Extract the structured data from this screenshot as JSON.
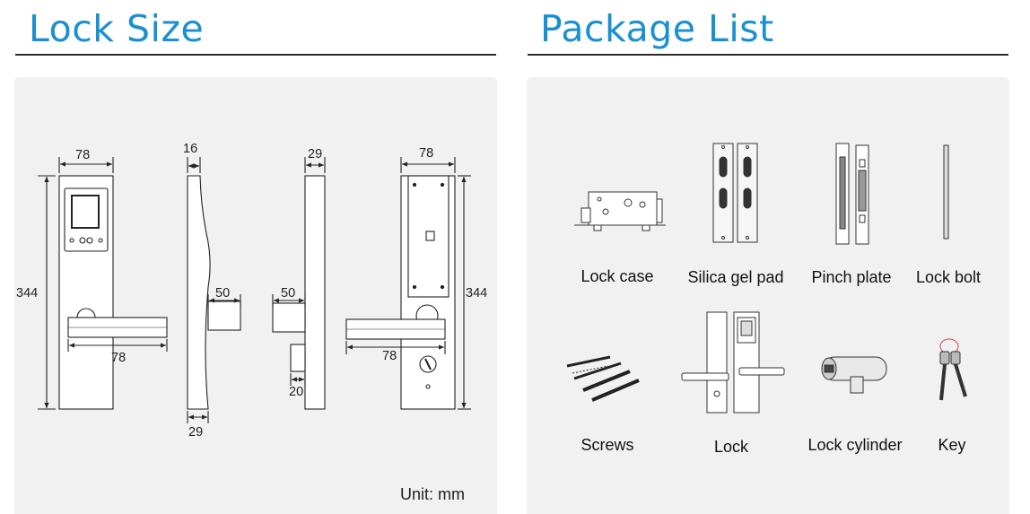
{
  "lock_size": {
    "title": "Lock Size",
    "unit": "Unit: mm",
    "dims": {
      "front_width": "78",
      "front_height": "344",
      "front_handle": "78",
      "side_thickness_top": "16",
      "side_spindle": "50",
      "side_bottom": "29",
      "side2_top": "29",
      "side2_spindle": "50",
      "side2_latch": "20",
      "back_width": "78",
      "back_height": "344",
      "back_handle": "78"
    }
  },
  "package_list": {
    "title": "Package List",
    "items": [
      {
        "label": "Lock case",
        "icon": "lock-case-icon"
      },
      {
        "label": "Silica gel pad",
        "icon": "silica-gel-pad-icon"
      },
      {
        "label": "Pinch plate",
        "icon": "pinch-plate-icon"
      },
      {
        "label": "Lock bolt",
        "icon": "lock-bolt-icon"
      },
      {
        "label": "Screws",
        "icon": "screws-icon"
      },
      {
        "label": "Lock",
        "icon": "lock-icon"
      },
      {
        "label": "Lock cylinder",
        "icon": "lock-cylinder-icon"
      },
      {
        "label": "Key",
        "icon": "key-icon"
      }
    ]
  },
  "colors": {
    "title_blue": "#1a8fd1",
    "panel_bg": "#f1f1f1",
    "line": "#2b2b2b"
  }
}
